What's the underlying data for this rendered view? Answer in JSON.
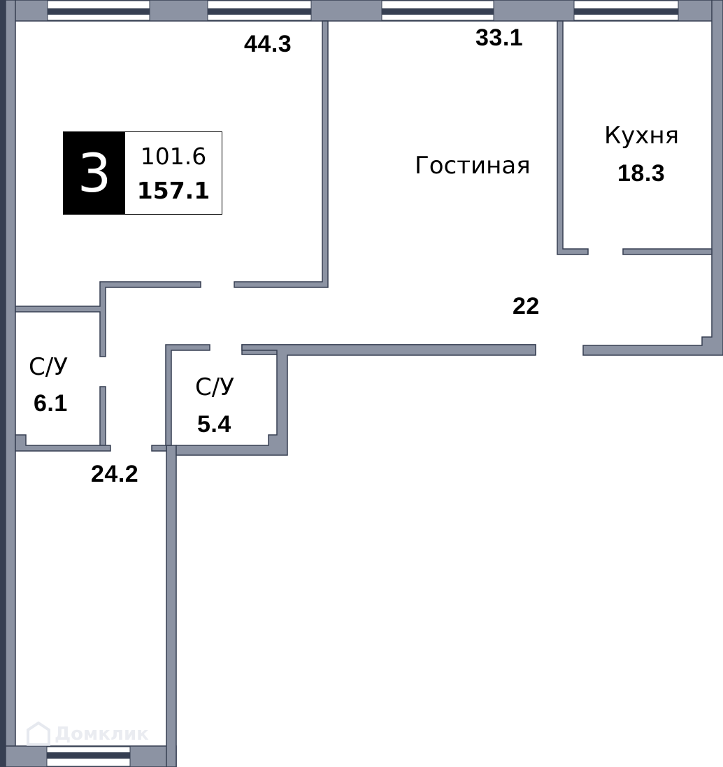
{
  "plan": {
    "rooms_count": "3",
    "living_area": "101.6",
    "total_area": "157.1"
  },
  "rooms": {
    "bedroom_top_left": {
      "area": "44.3"
    },
    "living_room": {
      "name": "Гостиная",
      "area": "33.1"
    },
    "kitchen": {
      "name": "Кухня",
      "area": "18.3"
    },
    "hallway": {
      "area": "22"
    },
    "bathroom_left": {
      "name": "С/У",
      "area": "6.1"
    },
    "bathroom_center": {
      "name": "С/У",
      "area": "5.4"
    },
    "bedroom_bottom_left": {
      "area": "24.2"
    }
  },
  "watermark": {
    "text": "Домклик",
    "icon": "house-logo-icon"
  },
  "colors": {
    "wall_fill": "#8c93a3",
    "wall_stroke": "#363f52",
    "outer_band": "#363f52",
    "badge_bg": "#000000",
    "background": "#ffffff"
  }
}
